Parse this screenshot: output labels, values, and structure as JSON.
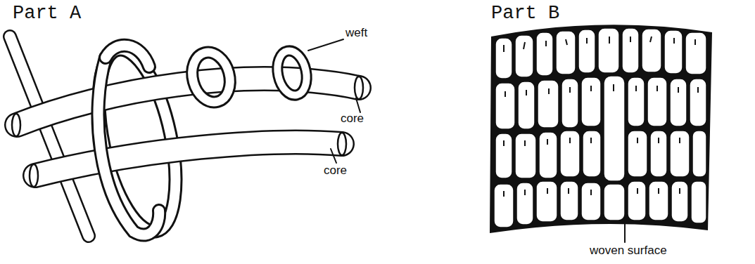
{
  "diagram": {
    "labels": [
      "Part A",
      "weft",
      "core",
      "core",
      "Part B",
      "woven surface"
    ]
  }
}
